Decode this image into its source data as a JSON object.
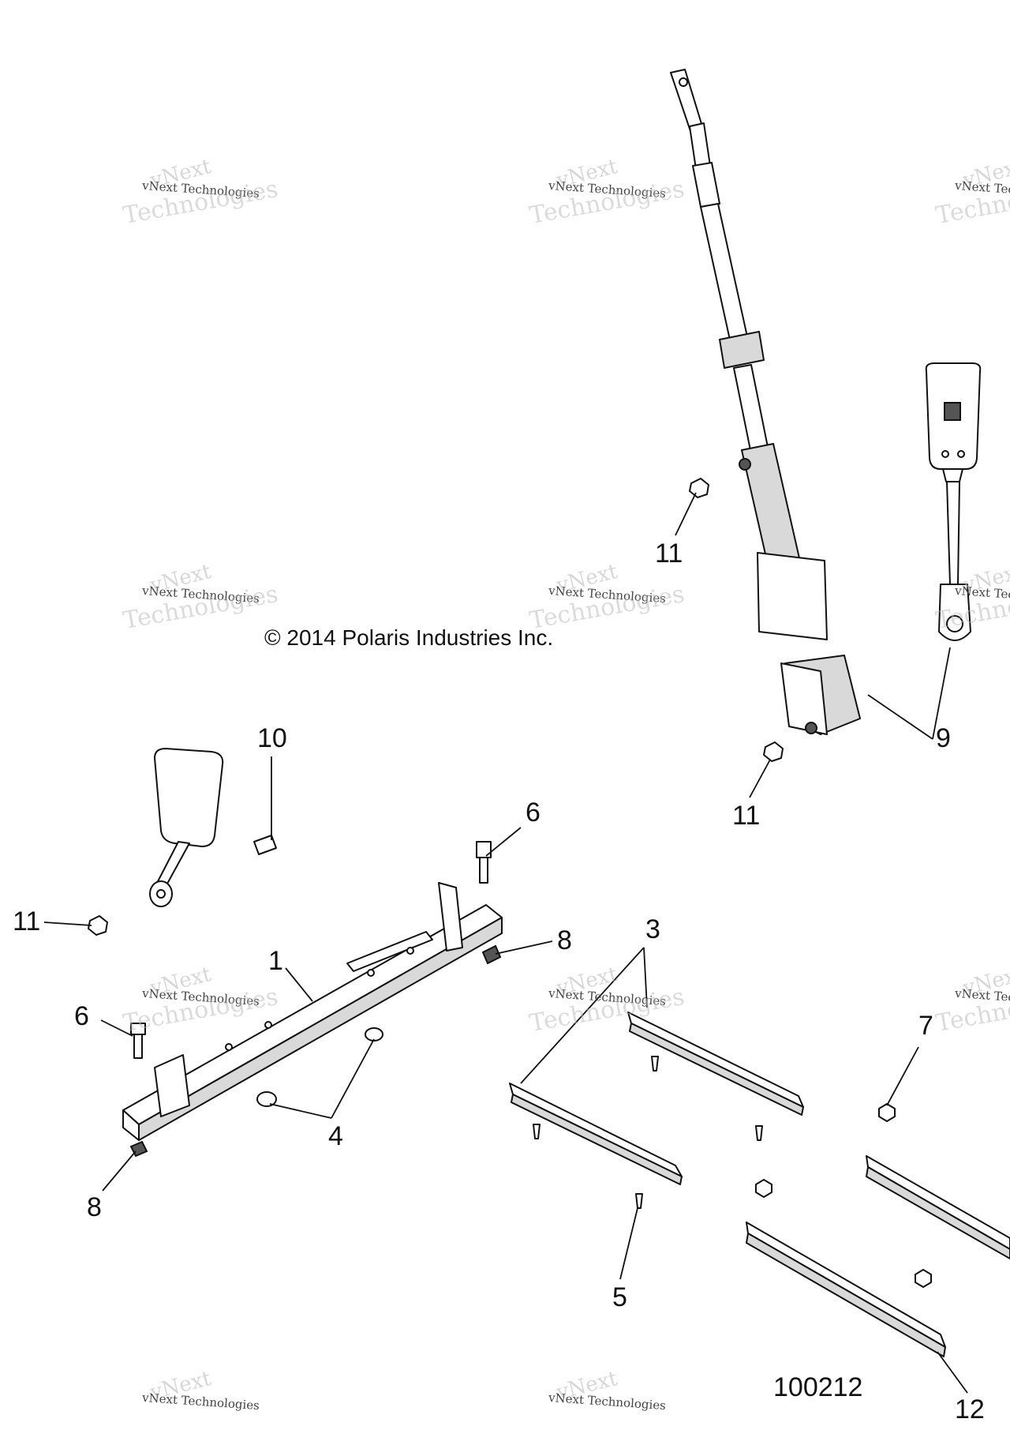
{
  "copyright": "© 2014 Polaris Industries Inc.",
  "figure_number": "100212",
  "watermark": {
    "text_large": "vNext",
    "text_small": "vNext Technologies",
    "text_wide": "Technologies"
  },
  "callouts": {
    "c1": "1",
    "c3": "3",
    "c4": "4",
    "c5": "5",
    "c6a": "6",
    "c6b": "6",
    "c7": "7",
    "c8a": "8",
    "c8b": "8",
    "c9": "9",
    "c10": "10",
    "c11a": "11",
    "c11b": "11",
    "c11c": "11",
    "c12": "12"
  }
}
